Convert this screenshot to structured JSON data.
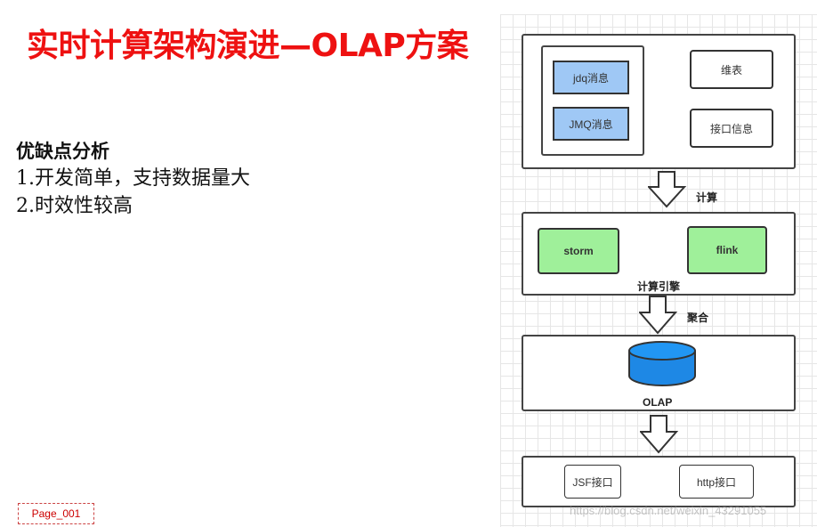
{
  "slide": {
    "title": "实时计算架构演进—OLAP方案",
    "analysis": {
      "heading": "优缺点分析",
      "points": [
        "1.开发简单，支持数据量大",
        "2.时效性较高"
      ]
    },
    "page_label": "Page_001"
  },
  "diagram": {
    "sources": {
      "messages": [
        "jdq消息",
        "JMQ消息"
      ],
      "dimension_table": "维表",
      "interface_info": "接口信息"
    },
    "arrow_labels": {
      "compute": "计算",
      "aggregate": "聚合"
    },
    "engine": {
      "nodes": [
        "storm",
        "flink"
      ],
      "label": "计算引擎"
    },
    "olap": {
      "label": "OLAP"
    },
    "outputs": [
      "JSF接口",
      "http接口"
    ]
  },
  "watermark": "https://blog.csdn.net/weixin_43291055"
}
